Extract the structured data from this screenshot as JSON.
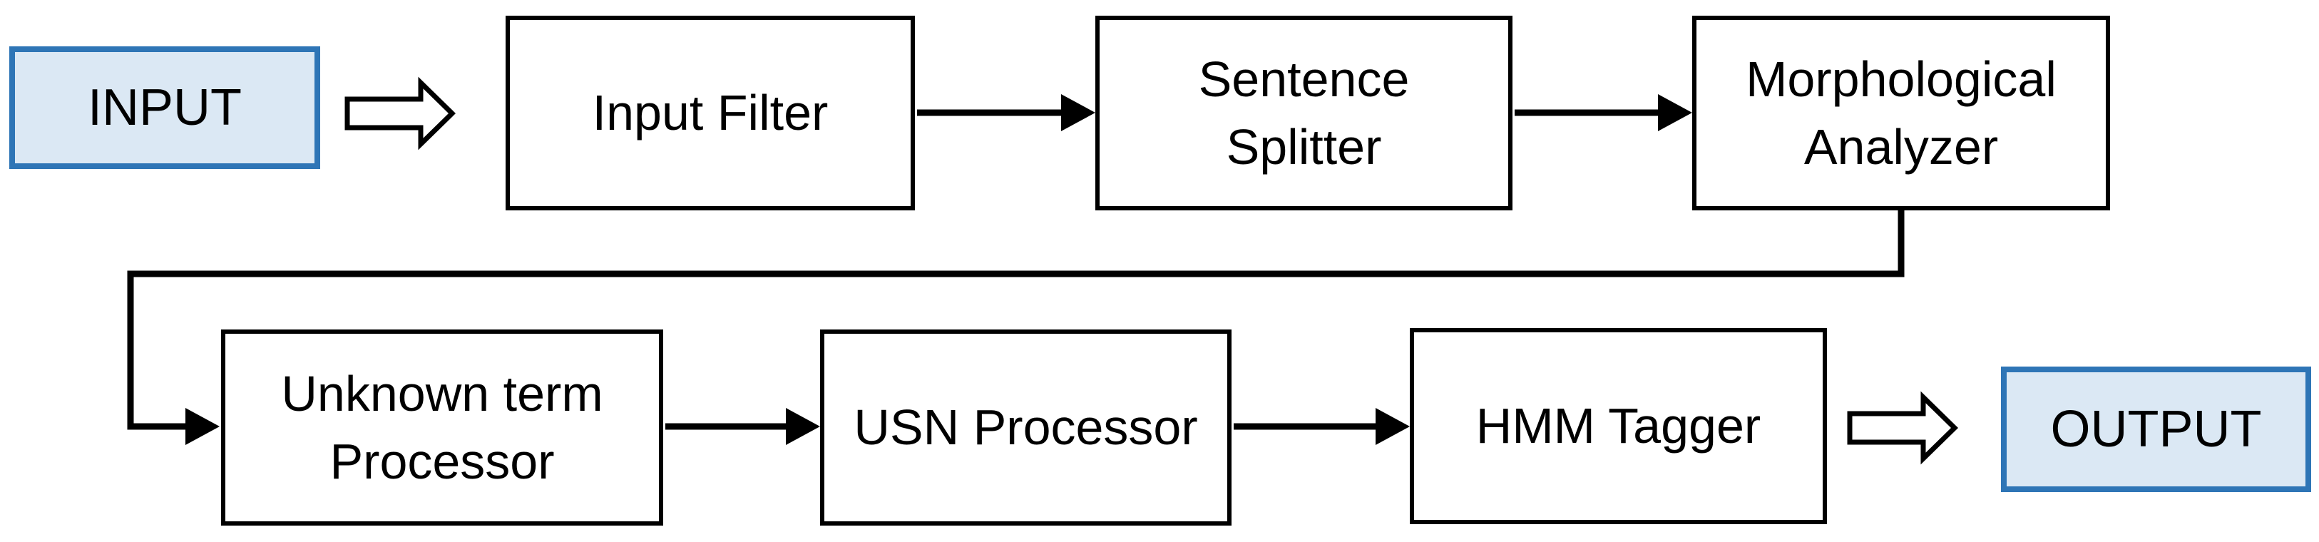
{
  "diagram": {
    "terminals": {
      "input": "INPUT",
      "output": "OUTPUT"
    },
    "nodes": {
      "input_filter": "Input Filter",
      "sentence_splitter": "Sentence Splitter",
      "morphological_analyzer": "Morphological Analyzer",
      "unknown_term_processor": "Unknown term Processor",
      "usn_processor": "USN Processor",
      "hmm_tagger": "HMM Tagger"
    },
    "edges": [
      {
        "from": "INPUT",
        "to": "Input Filter",
        "style": "hollow-block-arrow"
      },
      {
        "from": "Input Filter",
        "to": "Sentence Splitter",
        "style": "solid-arrow"
      },
      {
        "from": "Sentence Splitter",
        "to": "Morphological Analyzer",
        "style": "solid-arrow"
      },
      {
        "from": "Morphological Analyzer",
        "to": "Unknown term Processor",
        "style": "solid-elbow-arrow"
      },
      {
        "from": "Unknown term Processor",
        "to": "USN Processor",
        "style": "solid-arrow"
      },
      {
        "from": "USN Processor",
        "to": "HMM Tagger",
        "style": "solid-arrow"
      },
      {
        "from": "HMM Tagger",
        "to": "OUTPUT",
        "style": "hollow-block-arrow"
      }
    ],
    "colors": {
      "background": "#ffffff",
      "terminal_fill": "#dbe8f4",
      "terminal_border": "#2e75b6",
      "node_fill": "#ffffff",
      "node_border": "#000000",
      "connector": "#000000",
      "text": "#000000"
    }
  }
}
